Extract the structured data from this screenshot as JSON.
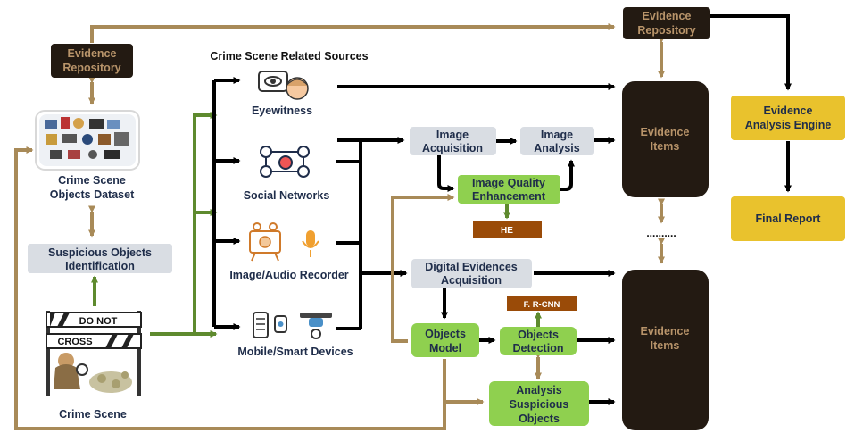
{
  "nodes": {
    "evidence_repository_top": [
      "Evidence",
      "Repository"
    ],
    "evidence_repository_left": [
      "Evidence",
      "Repository"
    ],
    "crime_scene_dataset": [
      "Crime Scene",
      "Objects Dataset"
    ],
    "suspicious_objects_identification": [
      "Suspicious Objects",
      "Identification"
    ],
    "crime_scene": "Crime Scene",
    "related_sources_title": "Crime Scene Related  Sources",
    "eyewitness": "Eyewitness",
    "social_networks": "Social Networks",
    "image_audio_recorder": "Image/Audio Recorder",
    "mobile_smart_devices": "Mobile/Smart Devices",
    "image_acquisition": [
      "Image",
      "Acquisition"
    ],
    "image_analysis": [
      "Image",
      "Analysis"
    ],
    "image_quality_enhancement": [
      "Image Quality",
      "Enhancement"
    ],
    "he": "HE",
    "digital_evidences_acquisition": [
      "Digital Evidences",
      "Acquisition"
    ],
    "frcnn": "F. R-CNN",
    "objects_model": [
      "Objects",
      "Model"
    ],
    "objects_detection": [
      "Objects",
      "Detection"
    ],
    "analysis_suspicious_objects": [
      "Analysis",
      "Suspicious",
      "Objects"
    ],
    "evidence_items_top": [
      "Evidence",
      "Items"
    ],
    "evidence_items_bottom": [
      "Evidence",
      "Items"
    ],
    "ellipsis": "..........",
    "evidence_analysis_engine": [
      "Evidence",
      "Analysis Engine"
    ],
    "final_report": "Final Report",
    "crime_tape_line1": "DO NOT",
    "crime_tape_line2": "CROSS"
  },
  "colors": {
    "dark_box": "#231a12",
    "dark_box_text": "#b8946a",
    "brown_arrow": "#a88a58",
    "green_arrow": "#5e8a2e",
    "green_box": "#8fd04f",
    "grey_box": "#d9dde3",
    "yellow_box": "#e9c22d",
    "he_box": "#9a4b08",
    "black": "#000000"
  }
}
